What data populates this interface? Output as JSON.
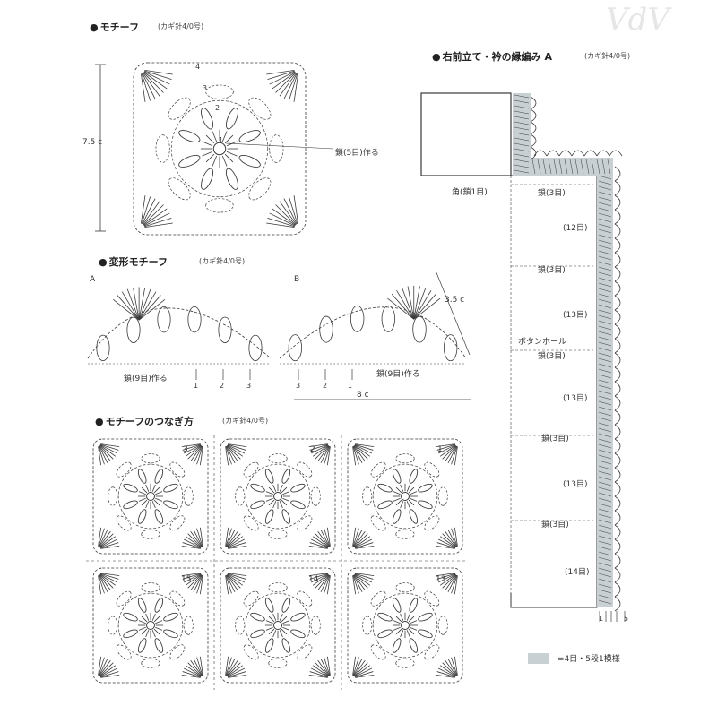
{
  "watermark": "VdV",
  "top_motif": {
    "title": "モチーフ",
    "subtitle": "(カギ針4/0号)",
    "size_label": "7.5 c",
    "start_note": "鎖(5目)作る",
    "round_numbers": [
      "1",
      "2",
      "3",
      "4"
    ]
  },
  "deformed_motif": {
    "title": "変形モチーフ",
    "subtitle": "(カギ針4/0号)",
    "label_a": "A",
    "label_b": "B",
    "start_note_a": "鎖(9目)作る",
    "start_note_b": "鎖(9目)作る",
    "size_height": "3.5 c",
    "size_width": "8 c",
    "rows_a": [
      "1",
      "2",
      "3"
    ],
    "rows_b": [
      "3",
      "2",
      "1"
    ]
  },
  "joining": {
    "title": "モチーフのつなぎ方",
    "subtitle": "(カギ針4/0号)",
    "numbers": [
      "3",
      "2",
      "1",
      "15",
      "14",
      "13"
    ]
  },
  "edging": {
    "title": "右前立て・衿の縁編み A",
    "subtitle": "(カギ針4/0号)",
    "corner_note": "角(鎖1目)",
    "buttonhole": "ボタンホール",
    "labels": [
      "鎖(3目)",
      "(12目)",
      "鎖(3目)",
      "(13目)",
      "鎖(3目)",
      "(13目)",
      "鎖(3目)",
      "(13目)",
      "鎖(3目)",
      "(14目)"
    ],
    "row_numbers": [
      "1",
      "5"
    ],
    "legend": "=4目・5段1模様"
  }
}
